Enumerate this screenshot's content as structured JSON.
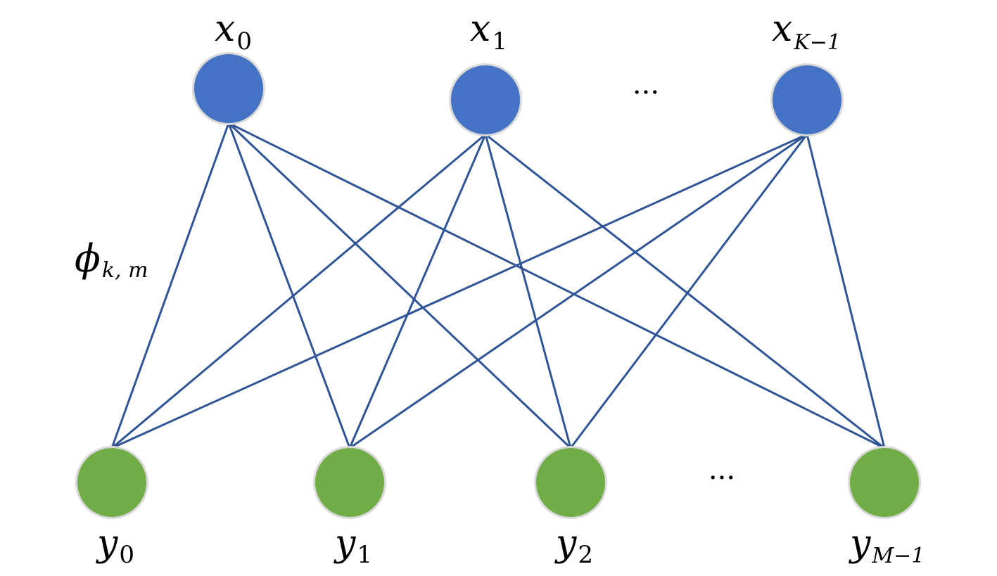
{
  "colors": {
    "input_node": "#4472c4",
    "output_node": "#70ad47",
    "edge": "#2f5597",
    "node_ring": "#d9d9d9"
  },
  "input_nodes": [
    {
      "symbol": "x",
      "subscript": "0"
    },
    {
      "symbol": "x",
      "subscript": "1"
    },
    {
      "symbol": "x",
      "subscript": "K−1"
    }
  ],
  "output_nodes": [
    {
      "symbol": "y",
      "subscript": "0"
    },
    {
      "symbol": "y",
      "subscript": "1"
    },
    {
      "symbol": "y",
      "subscript": "2"
    },
    {
      "symbol": "y",
      "subscript": "M−1"
    }
  ],
  "ellipsis": {
    "input": "···",
    "output": "···"
  },
  "weight_label": {
    "symbol": "ϕ",
    "subscript": "k, m"
  }
}
